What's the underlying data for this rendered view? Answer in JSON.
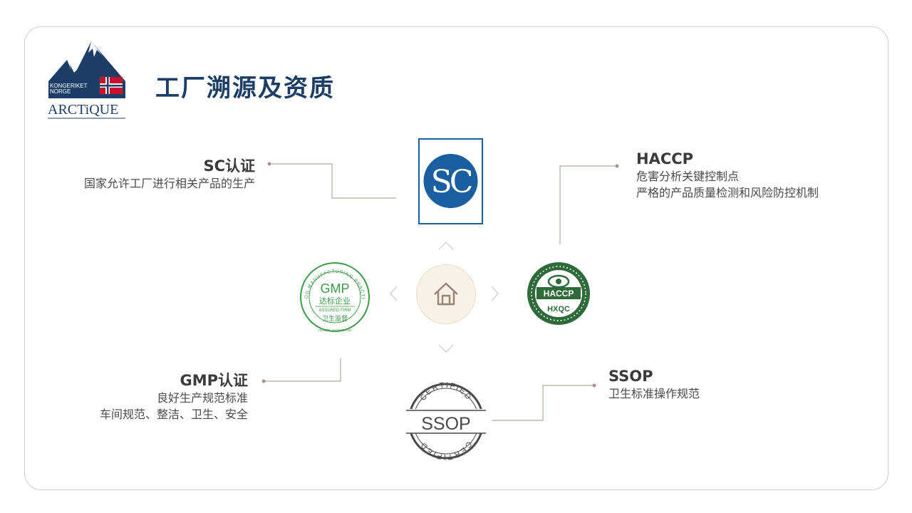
{
  "page": {
    "title": "工厂溯源及资质",
    "logo": {
      "brand": "ARCTiQUE",
      "line1": "KONGERIKET",
      "line2": "NORGE",
      "icon": "mountain-flag-logo"
    }
  },
  "certs": {
    "sc": {
      "title": "SC认证",
      "desc": [
        "国家允许工厂进行相关产品的生产"
      ],
      "badge_text": "SC"
    },
    "haccp": {
      "title": "HACCP",
      "desc": [
        "危害分析关键控制点",
        "严格的产品质量检测和风险防控机制"
      ],
      "badge_text": "HACCP",
      "badge_sub": "HXQC"
    },
    "gmp": {
      "title": "GMP认证",
      "desc": [
        "良好生产规范标准",
        "车间规范、整洁、卫生、安全"
      ],
      "badge_text": "GMP",
      "badge_cn": "达标企业",
      "badge_en": "ASSURED FIRM",
      "badge_cn2": "卫生监督",
      "badge_ring": "GOOD MANUFACTURING PRACTICE",
      "badge_bottom": "HEALTH INSPECTION"
    },
    "ssop": {
      "title": "SSOP",
      "desc": [
        "卫生标准操作规范"
      ],
      "badge_text": "SSOP",
      "badge_arc": "CERTIFIED"
    }
  },
  "center": {
    "icon": "home-icon"
  },
  "colors": {
    "title": "#1c3e66",
    "sc_blue": "#1a5fa0",
    "haccp_green": "#2f6b3a",
    "gmp_green": "#3c9a48",
    "line": "#a8938a",
    "center_fill": "#f8f2e6",
    "center_icon": "#9c8378"
  }
}
